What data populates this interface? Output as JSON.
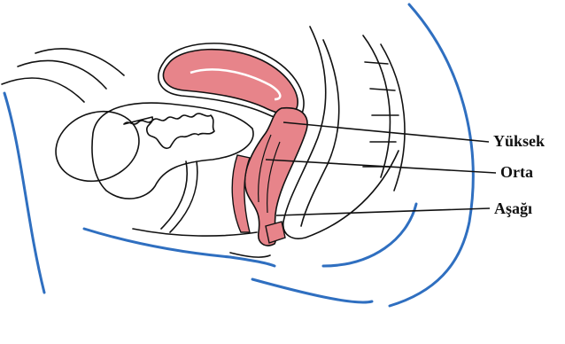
{
  "colors": {
    "outline": "#111111",
    "body_contour": "#2f6fc0",
    "uterus_fill": "#e7848a",
    "vagina_fill": "#e7848a",
    "background": "#ffffff"
  },
  "icons": [
    "pelvis-sagittal-section-illustration"
  ],
  "labels": {
    "high": "Yüksek",
    "mid": "Orta",
    "low": "Aşağı"
  }
}
